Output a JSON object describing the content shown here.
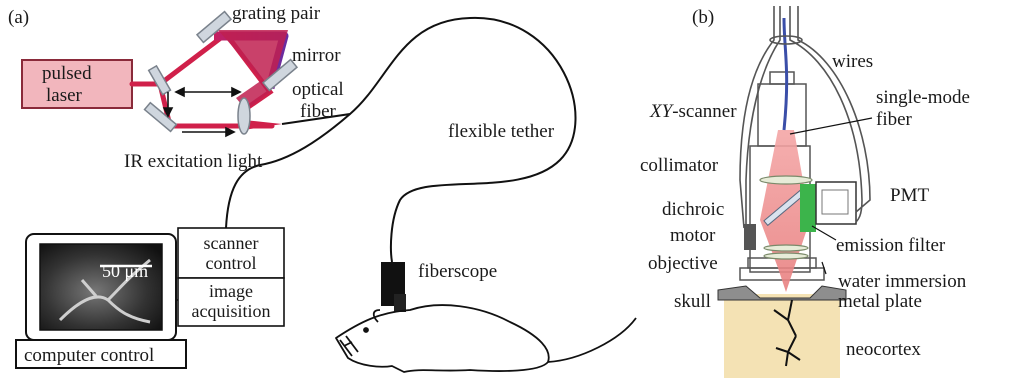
{
  "panel_a": {
    "tag": "(a)",
    "pulsed_laser": [
      "pulsed",
      "laser"
    ],
    "grating_pair": "grating pair",
    "mirror": "mirror",
    "optical_fiber": [
      "optical",
      "fiber"
    ],
    "ir_light": "IR excitation light",
    "flexible_tether": "flexible tether",
    "scanner_control": [
      "scanner",
      "control"
    ],
    "image_acquisition": [
      "image",
      "acquisition"
    ],
    "scale_bar": "50 μm",
    "computer_control": "computer control",
    "fiberscope": "fiberscope"
  },
  "panel_b": {
    "tag": "(b)",
    "wires": "wires",
    "xy_scanner_italic": "XY",
    "xy_scanner_rest": "-scanner",
    "single_mode_fiber": [
      "single-mode",
      "fiber"
    ],
    "collimator": "collimator",
    "pmt": "PMT",
    "dichroic": "dichroic",
    "motor": "motor",
    "emission_filter": "emission filter",
    "objective": "objective",
    "water_immersion": "water immersion",
    "metal_plate": "metal plate",
    "skull": "skull",
    "neocortex": "neocortex"
  },
  "colors": {
    "laser_beam": "#d0204a",
    "laser_box": "#f2b6bd",
    "beam_purple": "#6a2ca0",
    "tissue": "#f4e2b4",
    "pmt_green": "#3cb44b",
    "fiber_blue": "#3a4ea8"
  }
}
